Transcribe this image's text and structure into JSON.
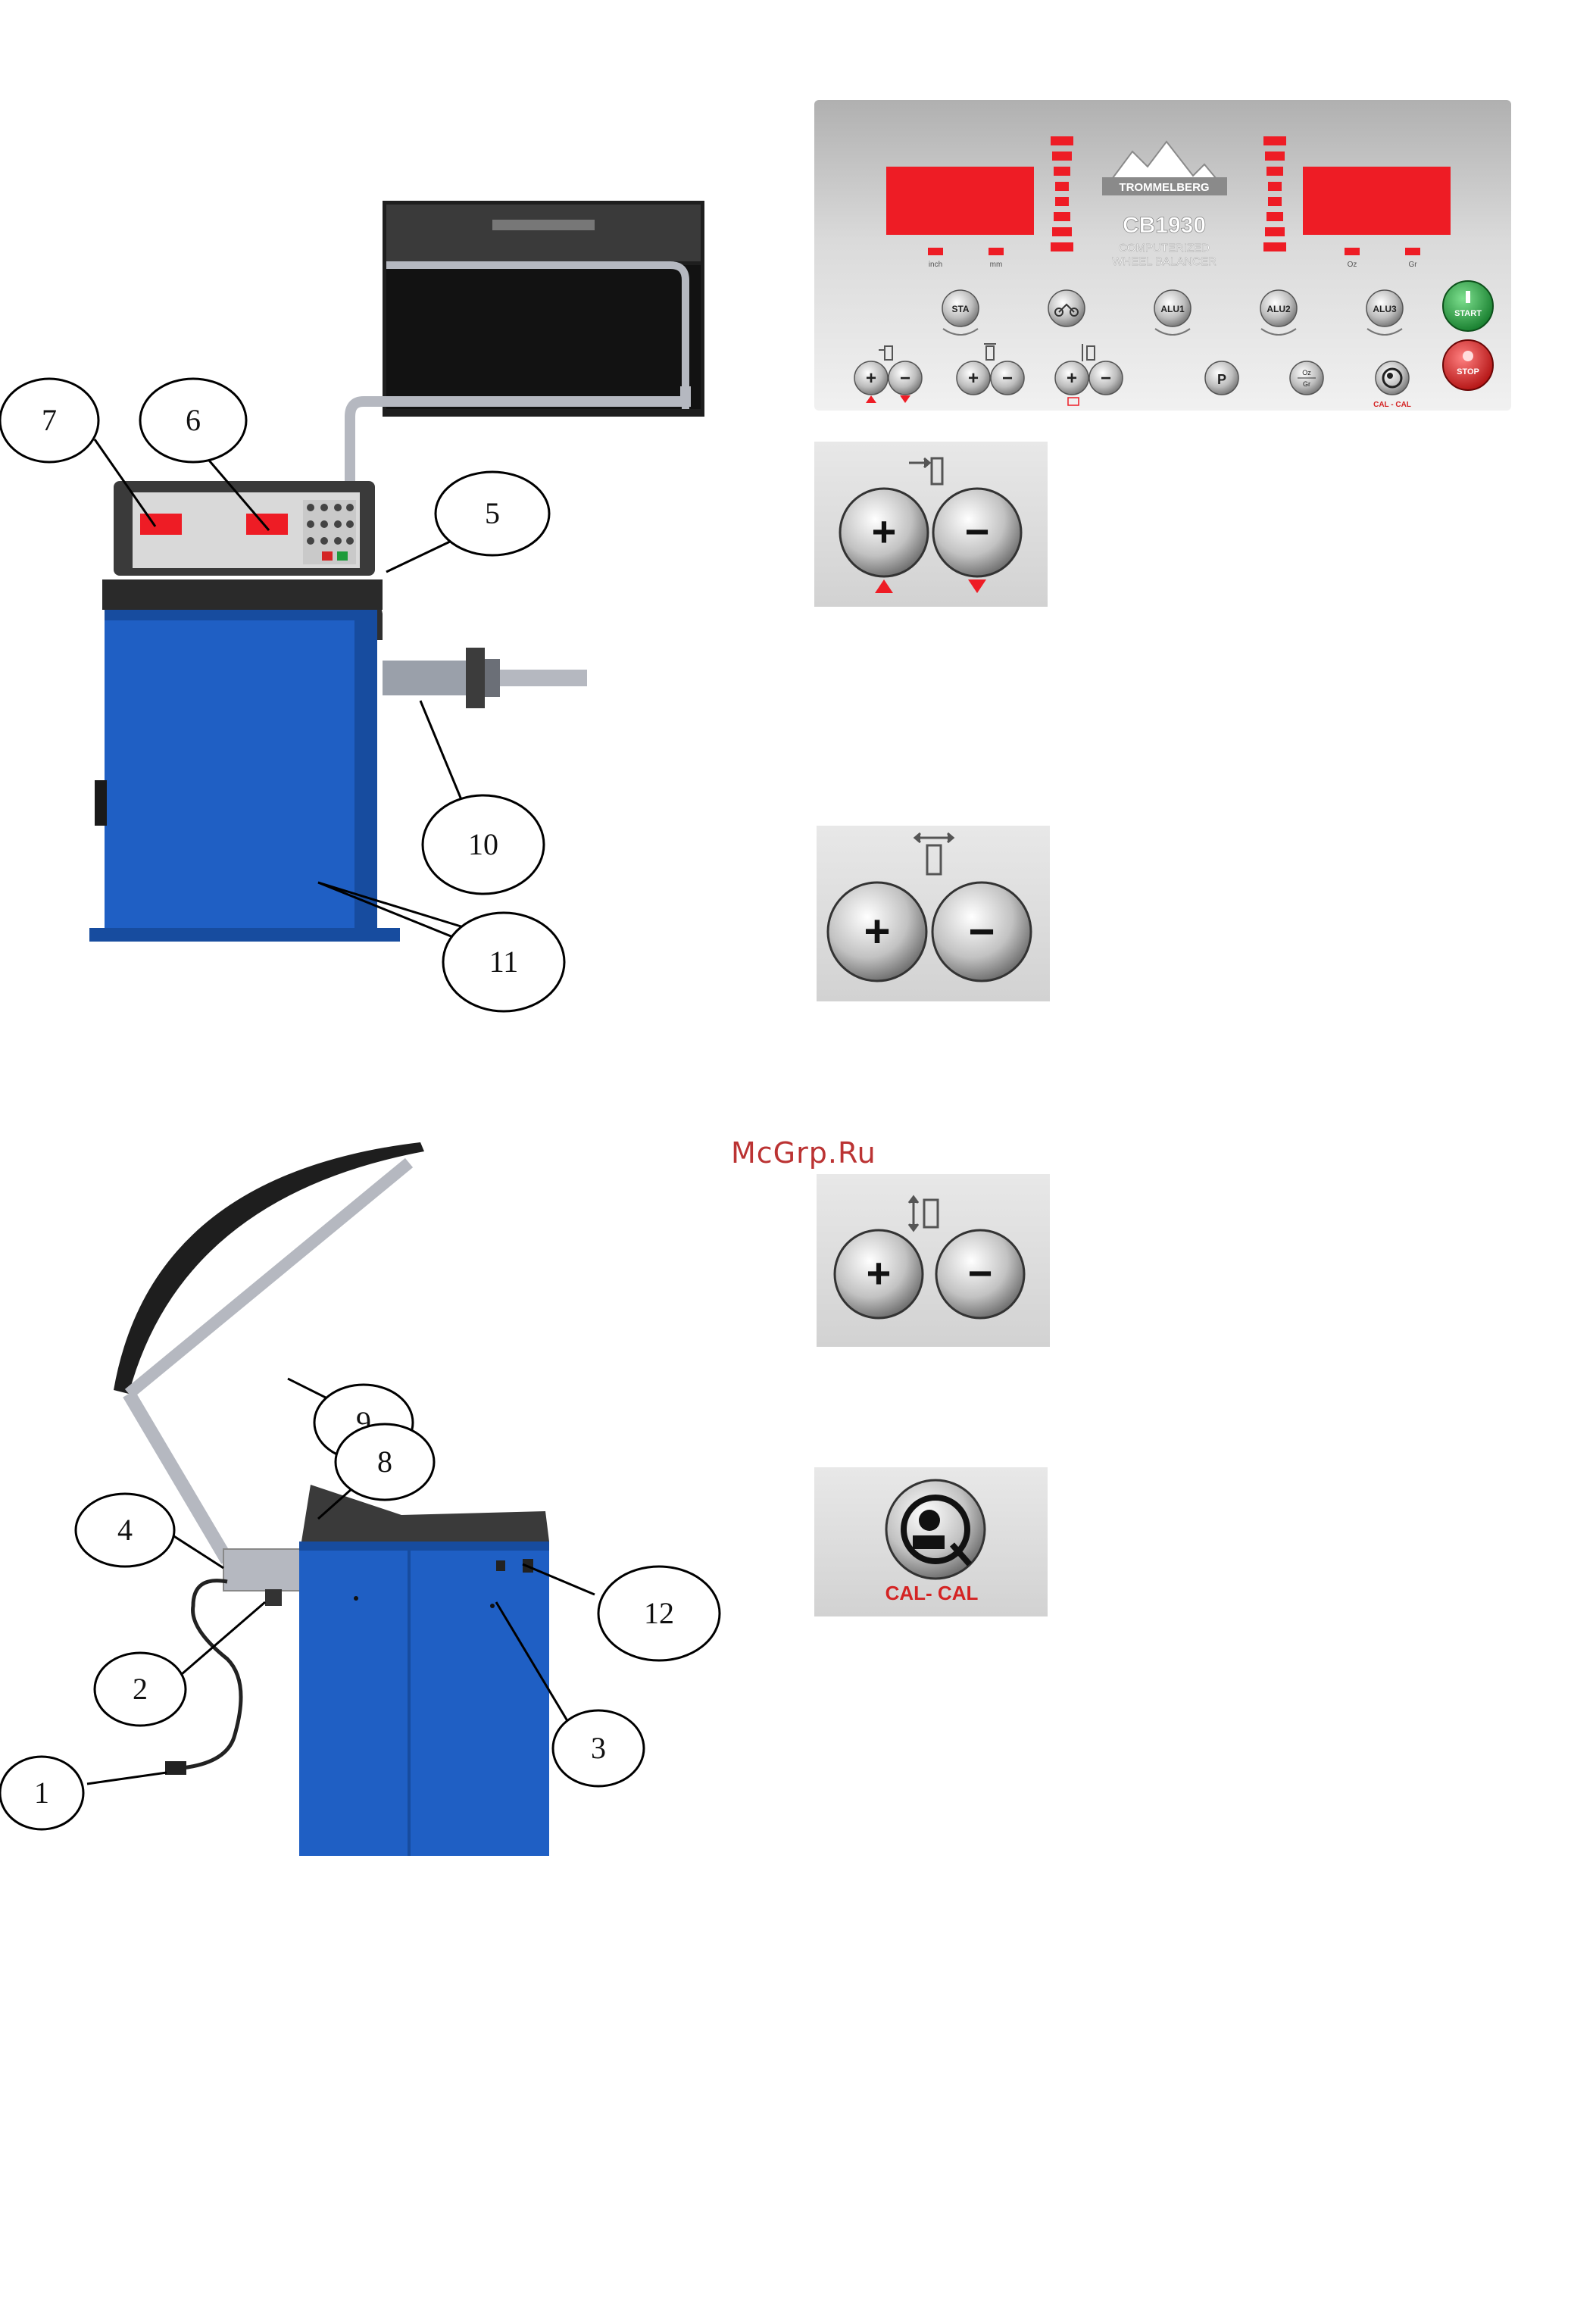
{
  "panel": {
    "brand": "TROMMELBERG",
    "model": "CB1930",
    "subtitle_line1": "COMPUTERIZED",
    "subtitle_line2": "WHEEL BALANCER",
    "left_units": [
      "inch",
      "mm"
    ],
    "right_units": [
      "Oz",
      "Gr"
    ],
    "mode_buttons": [
      "STA",
      "ALU1",
      "ALU2",
      "ALU3"
    ],
    "start_label": "START",
    "stop_label": "STOP",
    "p_label": "P",
    "oz_gr_top": "Oz",
    "oz_gr_bottom": "Gr",
    "cal_label": "CAL - CAL",
    "colors": {
      "display_red": "#ee1c25",
      "panel_gray": "#d6d6d6",
      "start_green": "#1d9b3a",
      "stop_red": "#d42424"
    }
  },
  "detail_panels": {
    "offset": {
      "plus": "+",
      "minus": "−"
    },
    "width": {
      "plus": "+",
      "minus": "−"
    },
    "diameter": {
      "plus": "+",
      "minus": "−"
    },
    "calibration": {
      "label": "CAL- CAL"
    }
  },
  "callouts_front": [
    "7",
    "6",
    "5",
    "10",
    "11"
  ],
  "callouts_side": [
    "9",
    "8",
    "4",
    "12",
    "2",
    "3",
    "1"
  ],
  "watermark": "McGrp.Ru",
  "colors": {
    "machine_blue": "#1f5fc4",
    "machine_dark": "#2b2b2b",
    "tube_gray": "#b5b8c0"
  }
}
